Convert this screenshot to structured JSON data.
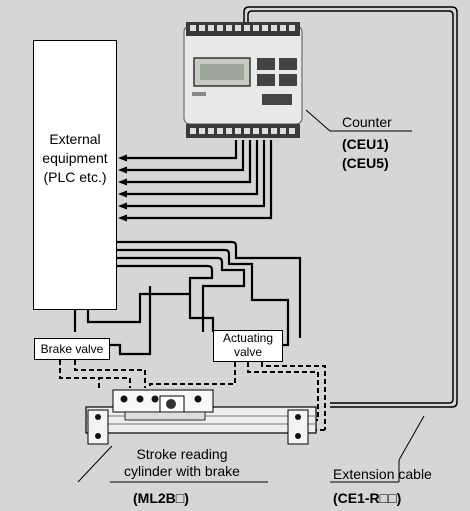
{
  "external_equipment": {
    "lines": [
      "External",
      "equipment",
      "(PLC etc.)"
    ]
  },
  "counter": {
    "label": "Counter",
    "models": [
      "(CEU1)",
      "(CEU5)"
    ]
  },
  "brake_valve": {
    "label": "Brake valve"
  },
  "actuating_valve": {
    "lines": [
      "Actuating",
      "valve"
    ]
  },
  "cylinder": {
    "lines": [
      "Stroke reading",
      "cylinder with brake"
    ],
    "model": "(ML2B□)"
  },
  "extension_cable": {
    "label": "Extension cable",
    "model": "(CE1-R□□)"
  }
}
